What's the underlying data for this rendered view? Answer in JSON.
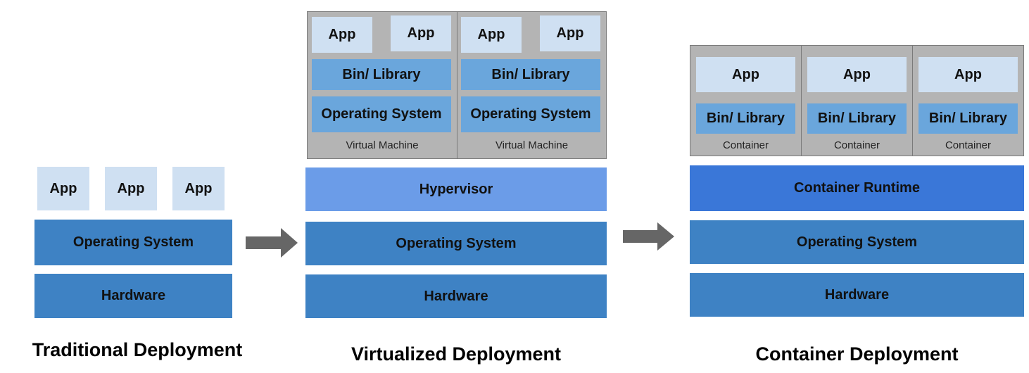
{
  "colors": {
    "app": "#cfe0f2",
    "operating_system": "#3e82c4",
    "bin_library": "#6aa6dc",
    "hypervisor": "#6b9ce8",
    "container_runtime": "#3a77d8",
    "isolation_box": "#b4b4b4",
    "arrow": "#666666"
  },
  "traditional": {
    "title": "Traditional Deployment",
    "apps": [
      "App",
      "App",
      "App"
    ],
    "os": "Operating System",
    "hardware": "Hardware"
  },
  "virtualized": {
    "title": "Virtualized Deployment",
    "vms": [
      {
        "apps": [
          "App",
          "App"
        ],
        "bin": "Bin/ Library",
        "os": "Operating System",
        "label": "Virtual Machine"
      },
      {
        "apps": [
          "App",
          "App"
        ],
        "bin": "Bin/ Library",
        "os": "Operating System",
        "label": "Virtual Machine"
      }
    ],
    "hypervisor": "Hypervisor",
    "os": "Operating System",
    "hardware": "Hardware"
  },
  "container": {
    "title": "Container Deployment",
    "containers": [
      {
        "app": "App",
        "bin": "Bin/ Library",
        "label": "Container"
      },
      {
        "app": "App",
        "bin": "Bin/ Library",
        "label": "Container"
      },
      {
        "app": "App",
        "bin": "Bin/ Library",
        "label": "Container"
      }
    ],
    "runtime": "Container Runtime",
    "os": "Operating System",
    "hardware": "Hardware"
  },
  "arrows": [
    "arrow-right-icon",
    "arrow-right-icon"
  ]
}
